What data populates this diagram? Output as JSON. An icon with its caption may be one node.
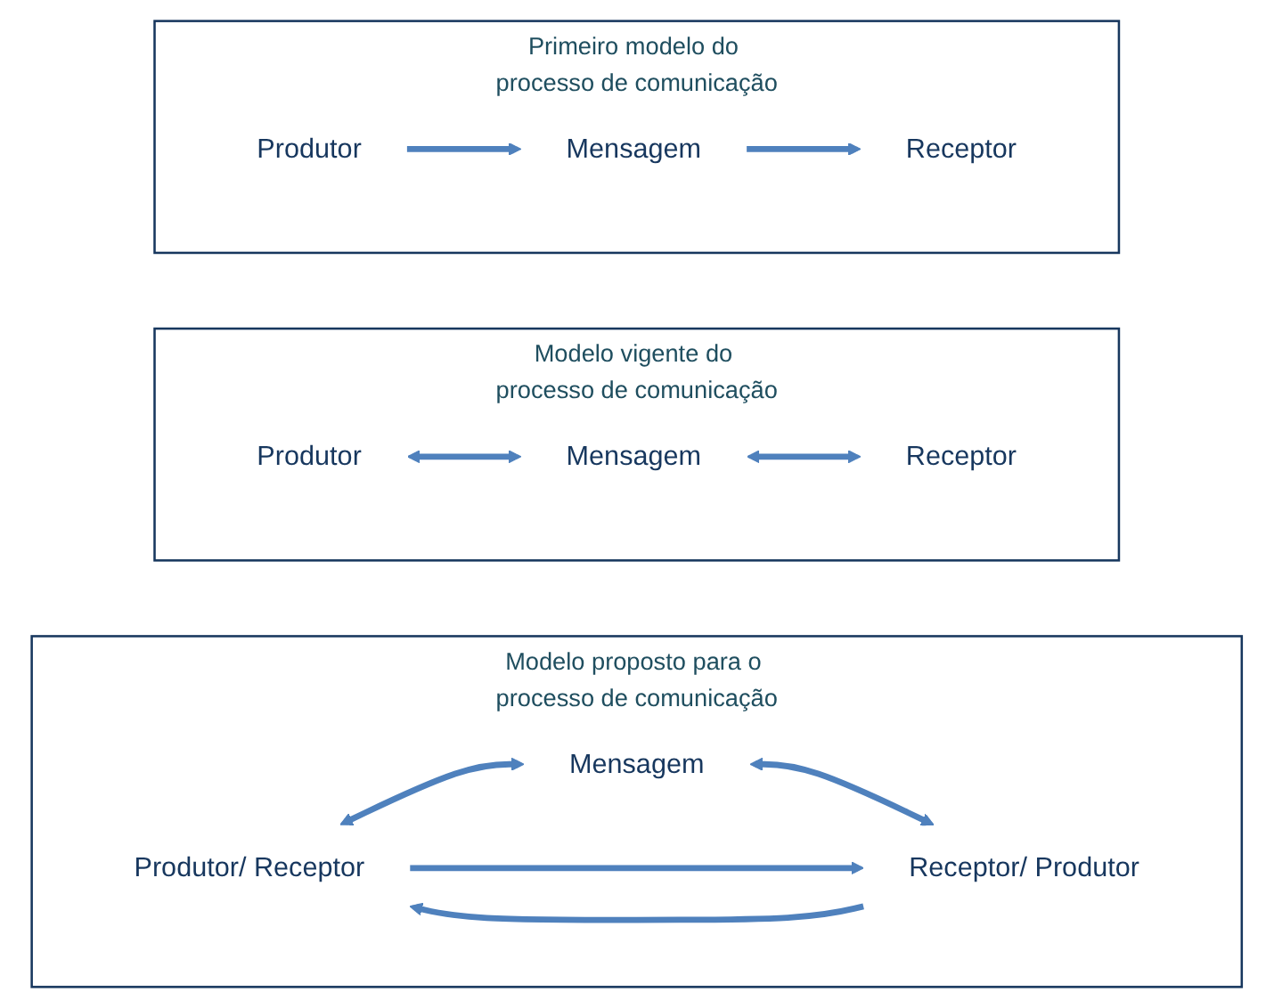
{
  "diagram": {
    "nodes": [
      {
        "text": [
          "Primeiro modelo do processo de comunicação"
        ]
      },
      {
        "text": [
          "Produtor"
        ],
        "in": 0
      },
      {
        "text": [
          "Mensagem"
        ],
        "in": 0
      },
      {
        "text": [
          "Receptor"
        ],
        "in": 0
      },
      {
        "text": [
          "Modelo vigente do processo de comunicação"
        ]
      },
      {
        "text": [
          "Produtor"
        ],
        "in": 4
      },
      {
        "text": [
          "Mensagem"
        ],
        "in": 4
      },
      {
        "text": [
          "Receptor"
        ],
        "in": 4
      },
      {
        "text": [
          "Modelo proposto para o processo de comunicação"
        ]
      },
      {
        "text": [
          "Produtor/ Receptor"
        ],
        "in": 8
      },
      {
        "text": [
          "Mensagem"
        ],
        "in": 8
      },
      {
        "text": [
          "Receptor/ Produtor"
        ],
        "in": 8
      }
    ],
    "edges": [
      {
        "from": 1,
        "to": 2,
        "arrow": "to"
      },
      {
        "from": 2,
        "to": 3,
        "arrow": "to"
      },
      {
        "from": 5,
        "to": 6,
        "arrow": "both"
      },
      {
        "from": 6,
        "to": 7,
        "arrow": "both"
      },
      {
        "from": 9,
        "to": 10,
        "arrow": "both"
      },
      {
        "from": 10,
        "to": 11,
        "arrow": "both"
      },
      {
        "from": 9,
        "to": 11,
        "arrow": "to"
      },
      {
        "from": 11,
        "to": 9,
        "arrow": "to"
      }
    ]
  }
}
